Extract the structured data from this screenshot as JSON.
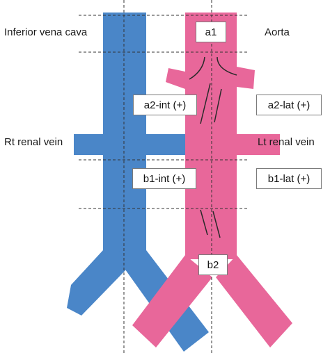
{
  "labels": {
    "ivc": "Inferior vena cava",
    "aorta": "Aorta",
    "rt_renal": "Rt renal vein",
    "lt_renal": "Lt renal vein"
  },
  "zones": {
    "a1": "a1",
    "a2_int": "a2-int (+)",
    "a2_lat": "a2-lat (+)",
    "b1_int": "b1-int (+)",
    "b1_lat": "b1-lat (+)",
    "b2": "b2"
  },
  "colors": {
    "vein": "#4a86c8",
    "artery": "#e8679a",
    "guide_line": "#333333"
  }
}
